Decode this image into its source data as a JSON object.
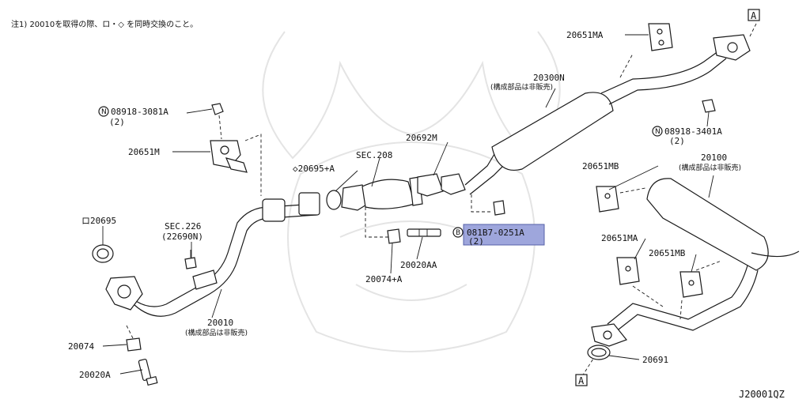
{
  "note": "注1) 20010を取得の際、ロ・◇ を同時交換のこと。",
  "drawing_id": "J20001QZ",
  "highlight_color": "#9ea6dc",
  "labels": {
    "p20651MA_top": "20651MA",
    "ref_A": "A",
    "p20300N": "20300N",
    "p20300N_sub": "(構成部品は非販売)",
    "n08918_3081A": "08918-3081A",
    "n08918_3081A_qty": "(2)",
    "n08918_3401A": "08918-3401A",
    "n08918_3401A_qty": "(2)",
    "p20651M": "20651M",
    "p20692M": "20692M",
    "sec208": "SEC.208",
    "p20695A": "◇20695+A",
    "p20651MB_a": "20651MB",
    "p20100": "20100",
    "p20100_sub": "(構成部品は非販売)",
    "p20695": "ロ20695",
    "sec226": "SEC.226",
    "sec226_sub": "(22690N)",
    "b08187": "081B7-0251A",
    "b08187_qty": "(2)",
    "p20651MA_b": "20651MA",
    "p20651MB_b": "20651MB",
    "p20020AA": "20020AA",
    "p20074A": "20074+A",
    "p20010": "20010",
    "p20010_sub": "(構成部品は非販売)",
    "p20074": "20074",
    "p20020A": "20020A",
    "p20691": "20691"
  },
  "badges": {
    "n": "N",
    "b": "B"
  }
}
